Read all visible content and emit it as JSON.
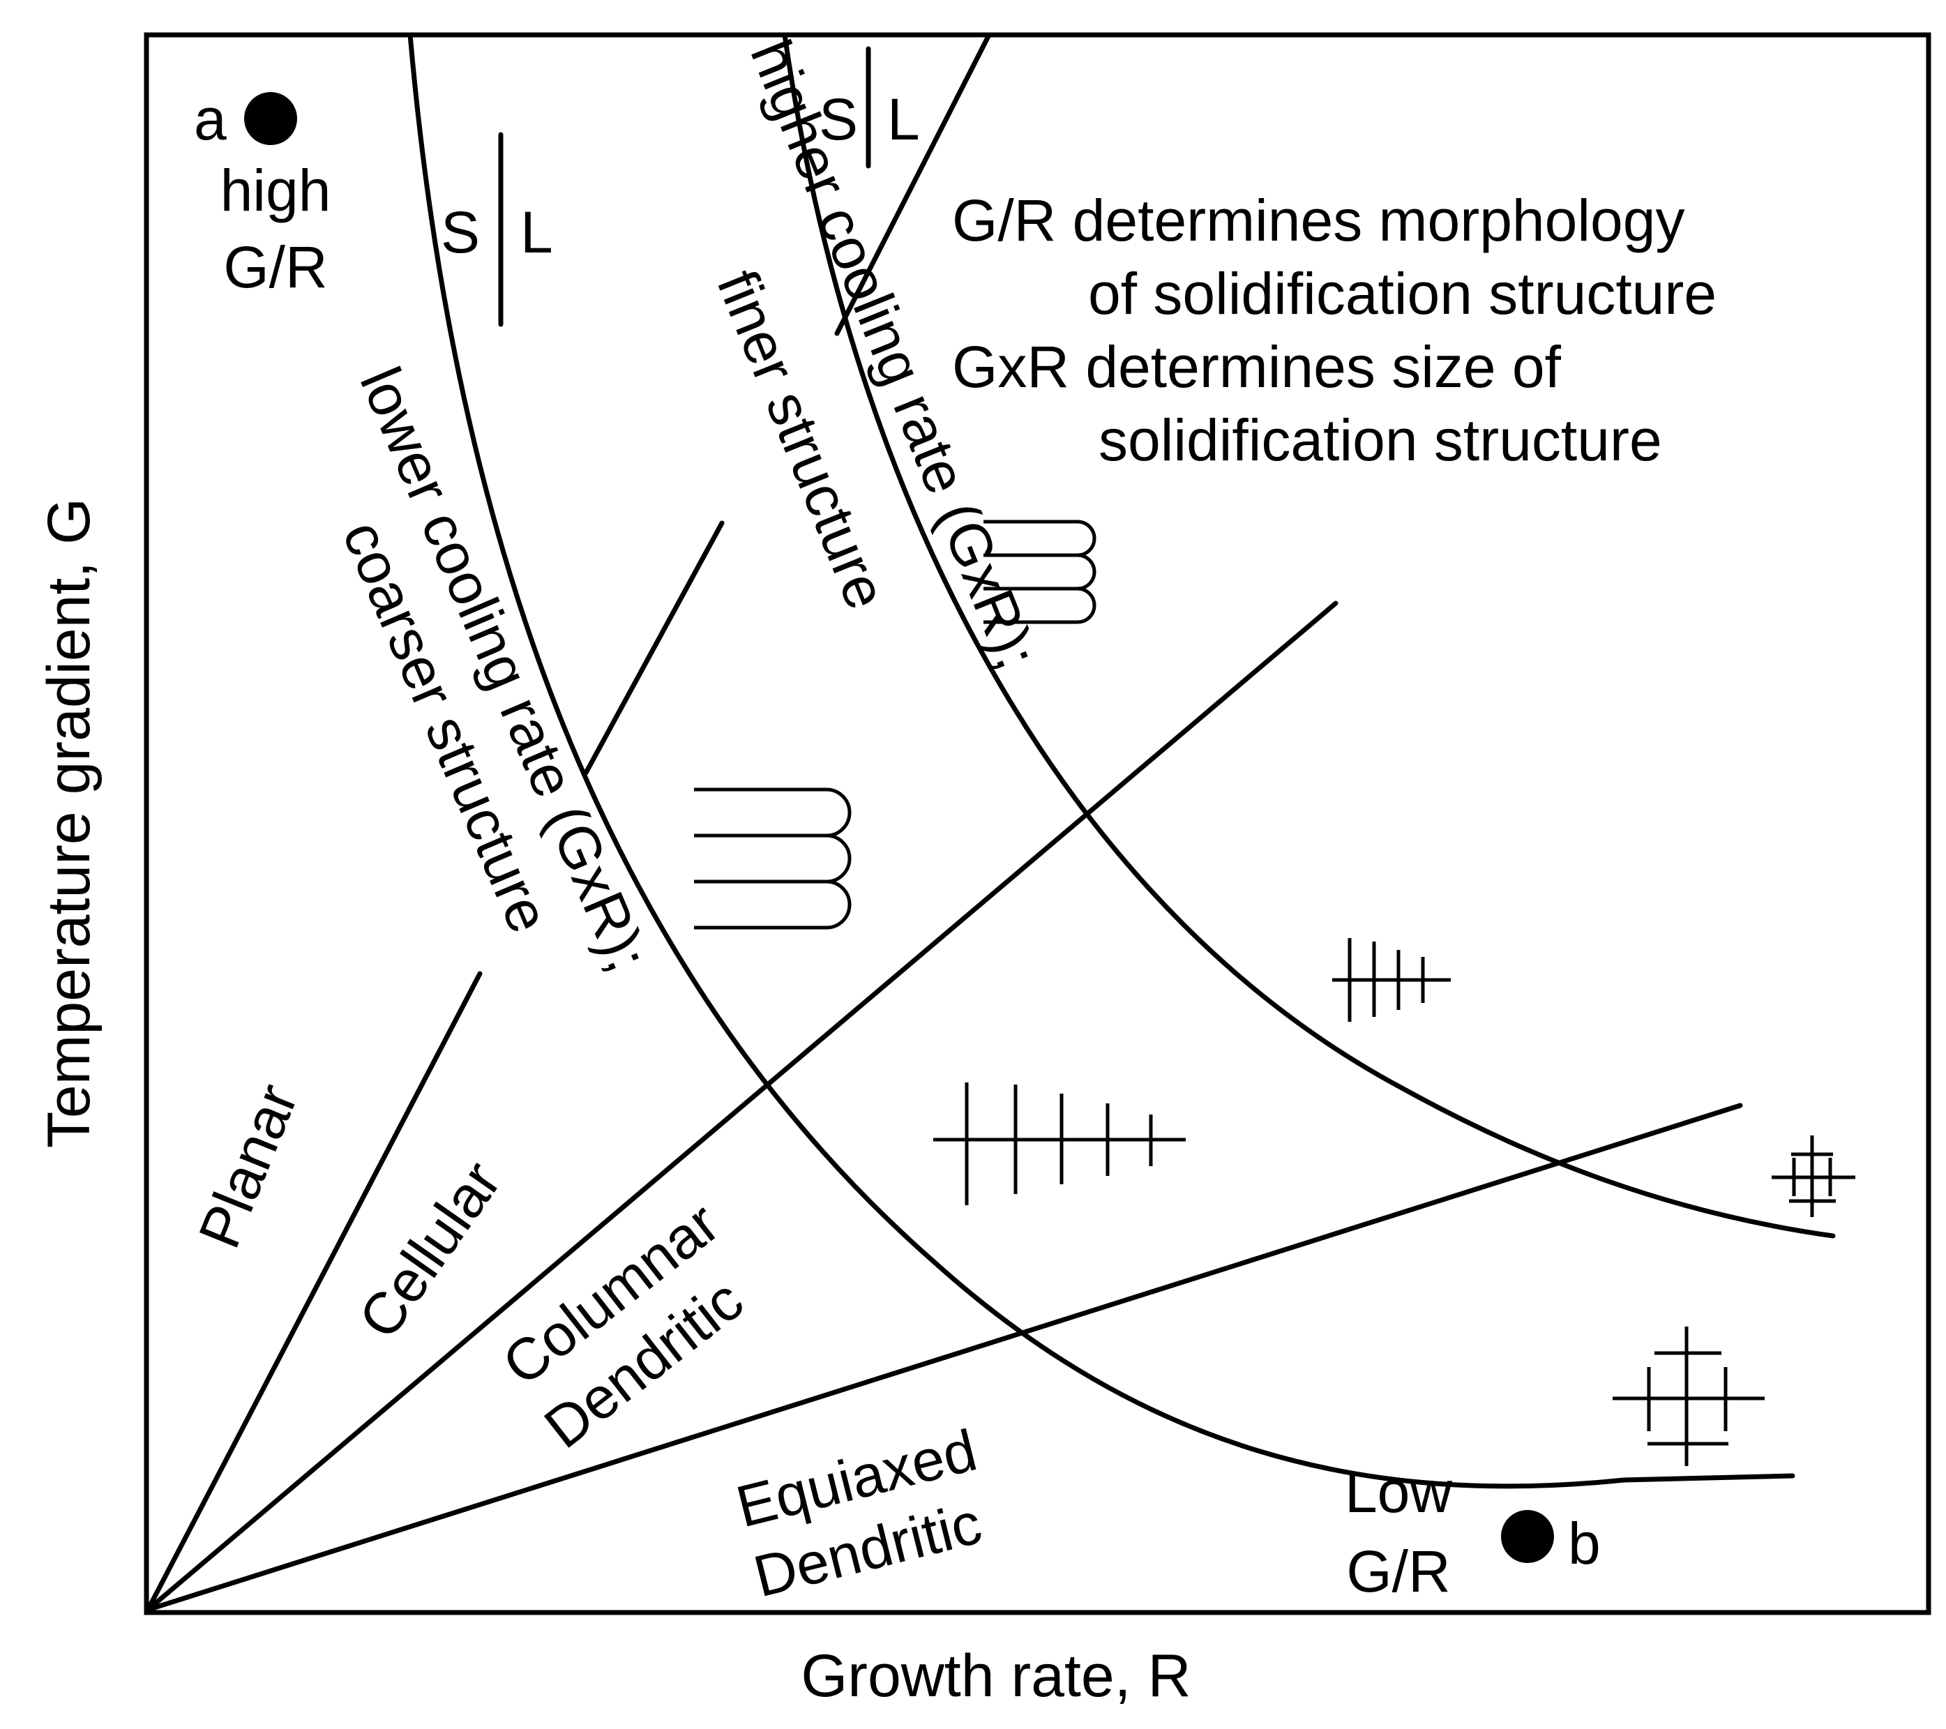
{
  "axes": {
    "x_label": "Growth rate, R",
    "y_label": "Temperature gradient, G"
  },
  "points": {
    "a": {
      "letter": "a",
      "line1": "high",
      "line2": "G/R"
    },
    "b": {
      "letter": "b",
      "line1": "Low",
      "line2": "G/R"
    }
  },
  "interfaces": {
    "solid": "S",
    "liquid": "L"
  },
  "cooling": {
    "lower": {
      "line1": "lower cooling rate (GxR);",
      "line2": "coarser structure"
    },
    "higher": {
      "line1": "higher cooling rate (GxR);",
      "line2": "finer structure"
    }
  },
  "notes": {
    "line1": "G/R determines morphology",
    "line2": "of solidification structure",
    "line3": "GxR determines size of",
    "line4": "solidification structure"
  },
  "regions": {
    "planar": "Planar",
    "cellular": "Cellular",
    "columnar_line1": "Columnar",
    "columnar_line2": "Dendritic",
    "equiaxed_line1": "Equiaxed",
    "equiaxed_line2": "Dendritic"
  },
  "colors": {
    "ink": "#000000",
    "background": "#ffffff"
  }
}
